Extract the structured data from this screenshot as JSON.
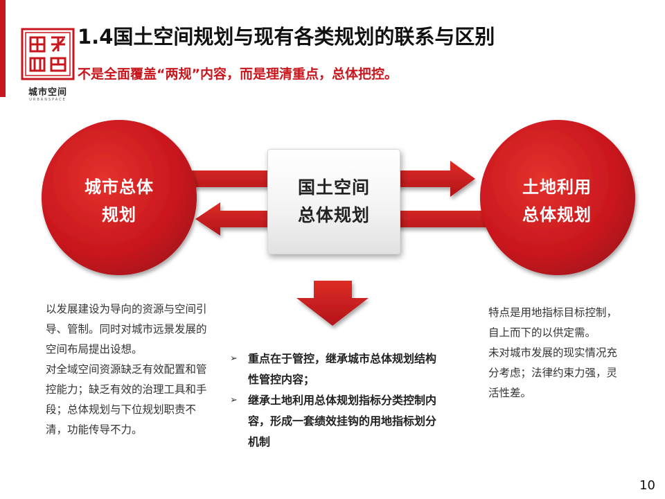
{
  "slide": {
    "title": "1.4国土空间规划与现有各类规划的联系与区别",
    "subtitle": "不是全面覆盖“两规”内容，而是理清重点，总体把控。",
    "page_number": "10"
  },
  "logo": {
    "name_cn": "城市空间",
    "name_en": "URBANSPACE"
  },
  "colors": {
    "accent_red": "#c8161d",
    "text_dark": "#222222"
  },
  "diagram": {
    "left_circle": [
      "城市总体",
      "规划"
    ],
    "center_box": [
      "国土空间",
      "总体规划"
    ],
    "right_circle": [
      "土地利用",
      "总体规划"
    ]
  },
  "left_text": [
    "以发展建设为导向的资源与空间引导、管制。同时对城市远景发展的空间布局提出设想。",
    "对全域空间资源缺乏有效配置和管控能力；缺乏有效的治理工具和手段；总体规划与下位规划职责不清，功能传导不力。"
  ],
  "center_bullets": [
    "重点在于管控，继承城市总体规划结构性管控内容；",
    "继承土地利用总体规划指标分类控制内容，形成一套绩效挂钩的用地指标划分机制"
  ],
  "right_text": [
    "特点是用地指标目标控制，自上而下的以供定需。",
    "未对城市发展的现实情况充分考虑；法律约束力强，灵活性差。"
  ],
  "icons": {
    "bullet": "arrowhead-bullet-icon",
    "logo": "seal-logo-icon"
  }
}
